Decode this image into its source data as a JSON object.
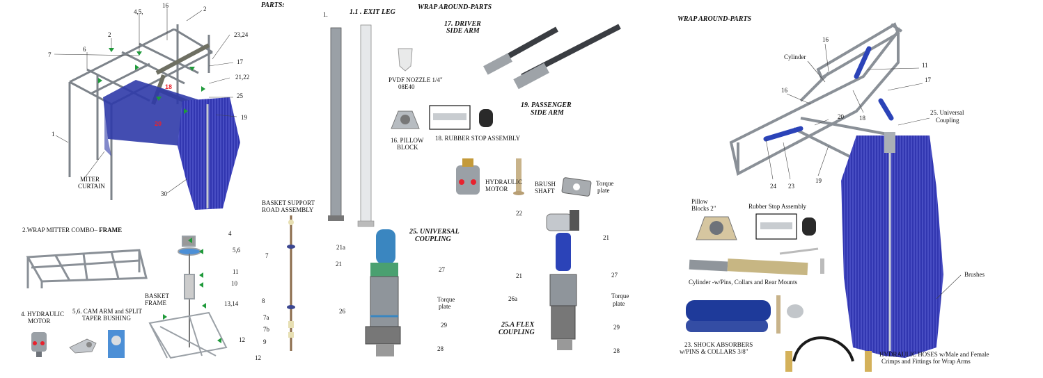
{
  "headers": {
    "parts": "PARTS:",
    "wrap_center": "WRAP AROUND-PARTS",
    "wrap_right": "WRAP AROUND-PARTS"
  },
  "frame_labels": {
    "l45": "4,5,",
    "l16": "16",
    "l2a": "2",
    "l2b": "2",
    "l2324": "23,24",
    "l7": "7",
    "l6": "6",
    "l17": "17",
    "l2122": "21,22",
    "l18": "18",
    "l25": "25",
    "l20": "20",
    "l19": "19",
    "l1": "1",
    "miter1": "MITER",
    "miter2": "CURTAIN",
    "l30": "30"
  },
  "frame_combo": {
    "prefix": "2.WRAP MITTER COMBO– ",
    "bold": "FRAME"
  },
  "motor_left": [
    "4. HYDRAULIC",
    "MOTOR"
  ],
  "cam_arm": [
    "5,6. CAM ARM and SPLIT",
    "TAPER BUSHING"
  ],
  "basket_frame": {
    "title": [
      "BASKET",
      "FRAME"
    ],
    "l4": "4",
    "l56": "5,6",
    "l11": "11",
    "l10": "10",
    "l1314": "13,14",
    "l12": "12"
  },
  "leg": {
    "num": "1.",
    "title": "1.1 . EXIT LEG"
  },
  "basket_support": {
    "title": [
      "BASKET SUPPORT",
      "ROAD ASSEMBLY"
    ],
    "l7": "7",
    "l8": "8",
    "l7a": "7a",
    "l7b": "7b",
    "l9": "9",
    "l12": "12"
  },
  "center_parts": {
    "driver": [
      "17. DRIVER",
      "SIDE ARM"
    ],
    "passenger": [
      "19. PASSENGER",
      "SIDE ARM"
    ],
    "nozzle": [
      "PVDF NOZZLE 1/4\"",
      "08E40"
    ],
    "pillow": [
      "16. PILLOW",
      "BLOCK"
    ],
    "rubber": "18. RUBBER STOP ASSEMBLY",
    "motor": [
      "HYDRAULIC",
      "MOTOR"
    ],
    "shaft": [
      "BRUSH",
      "SHAFT"
    ],
    "torque": [
      "Torque",
      "plate"
    ]
  },
  "universal": {
    "title": [
      "25. UNIVERSAL",
      "COUPLING"
    ],
    "l21a": "21a",
    "l21": "21",
    "l26": "26",
    "l27": "27",
    "torque": [
      "Torque",
      "plate"
    ],
    "l29": "29",
    "l28": "28"
  },
  "flex": {
    "title": [
      "25.A FLEX",
      "COUPLING"
    ],
    "l22": "22",
    "l21top": "21",
    "l21": "21",
    "l26a": "26a",
    "l27": "27",
    "torque": [
      "Torque",
      "plate"
    ],
    "l29": "29",
    "l28": "28"
  },
  "right_assy": {
    "cylinder": "Cylinder",
    "l16a": "16",
    "l11": "11",
    "l17": "17",
    "l16b": "16",
    "l20": "20",
    "l18": "18",
    "universal": [
      "25. Universal",
      "Coupling"
    ],
    "l24": "24",
    "l23": "23",
    "l19": "19",
    "brushes": "Brushes"
  },
  "right_parts": {
    "pillow": [
      "Pillow",
      "Blocks 2\""
    ],
    "rubber": "Rubber Stop Assembly",
    "cylinder": "Cylinder -w/Pins, Collars and Rear Mounts",
    "shocks": [
      "23. SHOCK ABSORBERS",
      "w/PINS & COLLARS 3/8\""
    ],
    "hoses": [
      "HYDRAULIC HOSES w/Male and Female",
      "Crimps and Fittings for Wrap Arms"
    ]
  },
  "colors": {
    "steel": "#b9bec4",
    "steel_dark": "#7d838a",
    "brush_blue": "#2a2fa8",
    "cyl_blue": "#2b43b8",
    "callout_green": "#1f9a3a",
    "red": "#e8222e"
  }
}
